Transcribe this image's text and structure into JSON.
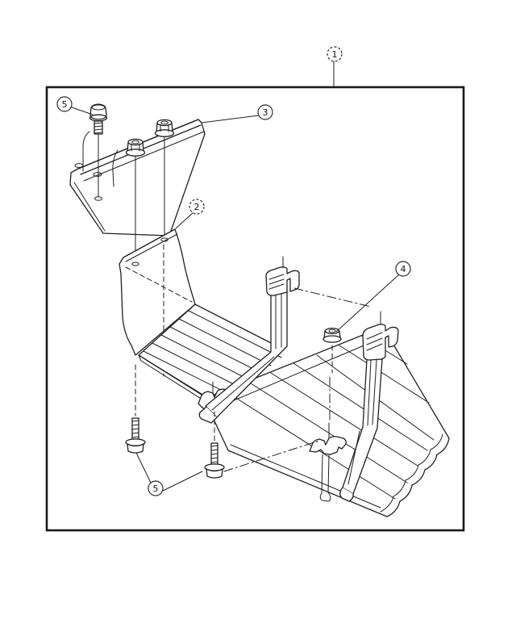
{
  "diagram": {
    "callouts": [
      {
        "label": "1"
      },
      {
        "label": "2"
      },
      {
        "label": "3"
      },
      {
        "label": "4"
      },
      {
        "label": "5"
      },
      {
        "label": "5"
      }
    ]
  },
  "colors": {
    "line": "#1f1f1f",
    "background": "#ffffff"
  }
}
